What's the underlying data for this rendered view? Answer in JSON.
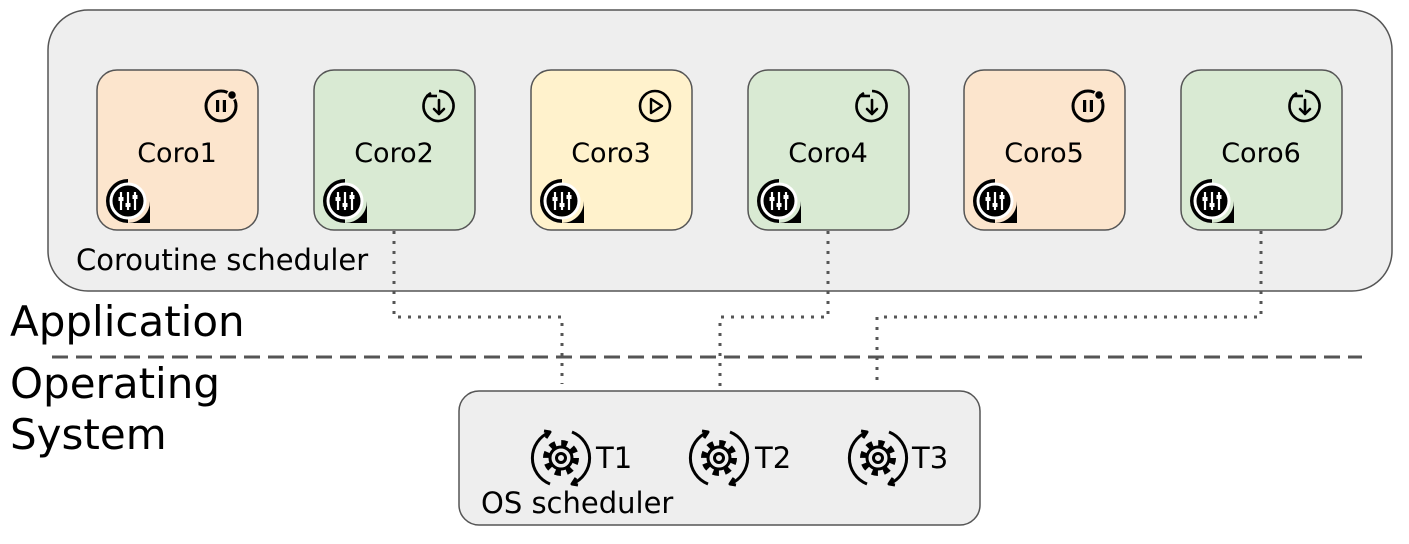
{
  "coroutine_scheduler": {
    "label": "Coroutine scheduler",
    "coroutines": [
      {
        "name": "Coro1",
        "state_icon": "pause-icon",
        "fill": "#fce5cd"
      },
      {
        "name": "Coro2",
        "state_icon": "yield-icon",
        "fill": "#d9ead3"
      },
      {
        "name": "Coro3",
        "state_icon": "play-icon",
        "fill": "#fff2cc"
      },
      {
        "name": "Coro4",
        "state_icon": "yield-icon",
        "fill": "#d9ead3"
      },
      {
        "name": "Coro5",
        "state_icon": "pause-icon",
        "fill": "#fce5cd"
      },
      {
        "name": "Coro6",
        "state_icon": "yield-icon",
        "fill": "#d9ead3"
      }
    ],
    "context_icon": "controls-icon"
  },
  "layers": {
    "application": "Application",
    "operating_system_line1": "Operating",
    "operating_system_line2": "System"
  },
  "os_scheduler": {
    "label": "OS scheduler",
    "threads": [
      {
        "name": "T1",
        "icon": "thread-gear-icon"
      },
      {
        "name": "T2",
        "icon": "thread-gear-icon"
      },
      {
        "name": "T3",
        "icon": "thread-gear-icon"
      }
    ]
  },
  "colors": {
    "container_fill": "#eeeeee",
    "stroke": "#555555"
  }
}
